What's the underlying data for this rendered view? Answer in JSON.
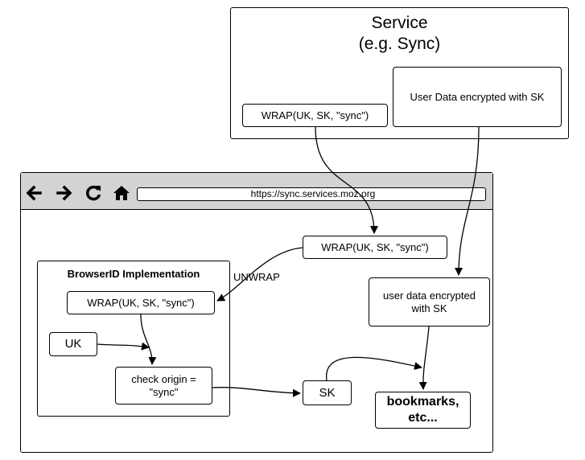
{
  "service": {
    "title_line1": "Service",
    "title_line2": "(e.g. Sync)",
    "wrap_box": "WRAP(UK, SK, \"sync\")",
    "user_data_box": "User Data encrypted with SK"
  },
  "browser": {
    "toolbar": {
      "back_icon": "back-arrow",
      "forward_icon": "forward-arrow",
      "reload_icon": "reload",
      "home_icon": "home",
      "url": "https://sync.services.moz.org"
    },
    "wrap_box": "WRAP(UK, SK, \"sync\")",
    "user_data_box_line1": "user data encrypted",
    "user_data_box_line2": "with SK",
    "unwrap_label": "UNWRAP",
    "sk_box": "SK",
    "bookmarks_line1": "bookmarks,",
    "bookmarks_line2": "etc..."
  },
  "browserid": {
    "title": "BrowserID Implementation",
    "wrap_box": "WRAP(UK, SK, \"sync\")",
    "uk_box": "UK",
    "check_origin_line1": "check origin =",
    "check_origin_line2": "\"sync\""
  }
}
